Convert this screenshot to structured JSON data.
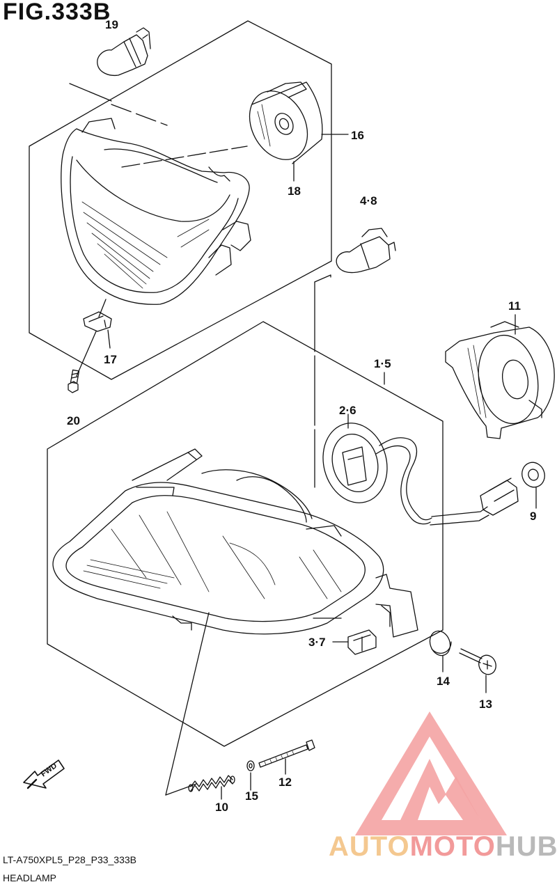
{
  "figure": {
    "title": "FIG.333B",
    "code": "LT-A750XPL5_P28_P33_333B",
    "name": "HEADLAMP"
  },
  "callouts": {
    "c19": "19",
    "c16": "16",
    "c18": "18",
    "c48": "4·8",
    "c11": "11",
    "c15a": "1·5",
    "c17": "17",
    "c20": "20",
    "c26": "2·6",
    "c9": "9",
    "c37": "3·7",
    "c14": "14",
    "c13": "13",
    "c12": "12",
    "c15": "15",
    "c10": "10"
  },
  "fwd_arrow": "FWD",
  "watermark": {
    "part1": "AUTO",
    "part2": "MOTO",
    "part3": "HUB",
    "colors": {
      "orange": "#f4c890",
      "red": "#f29a9a",
      "gray": "#b9b9b9"
    }
  },
  "icons": {
    "logo": "triangle-mountain-logo",
    "arrow": "fwd-arrow-icon"
  }
}
